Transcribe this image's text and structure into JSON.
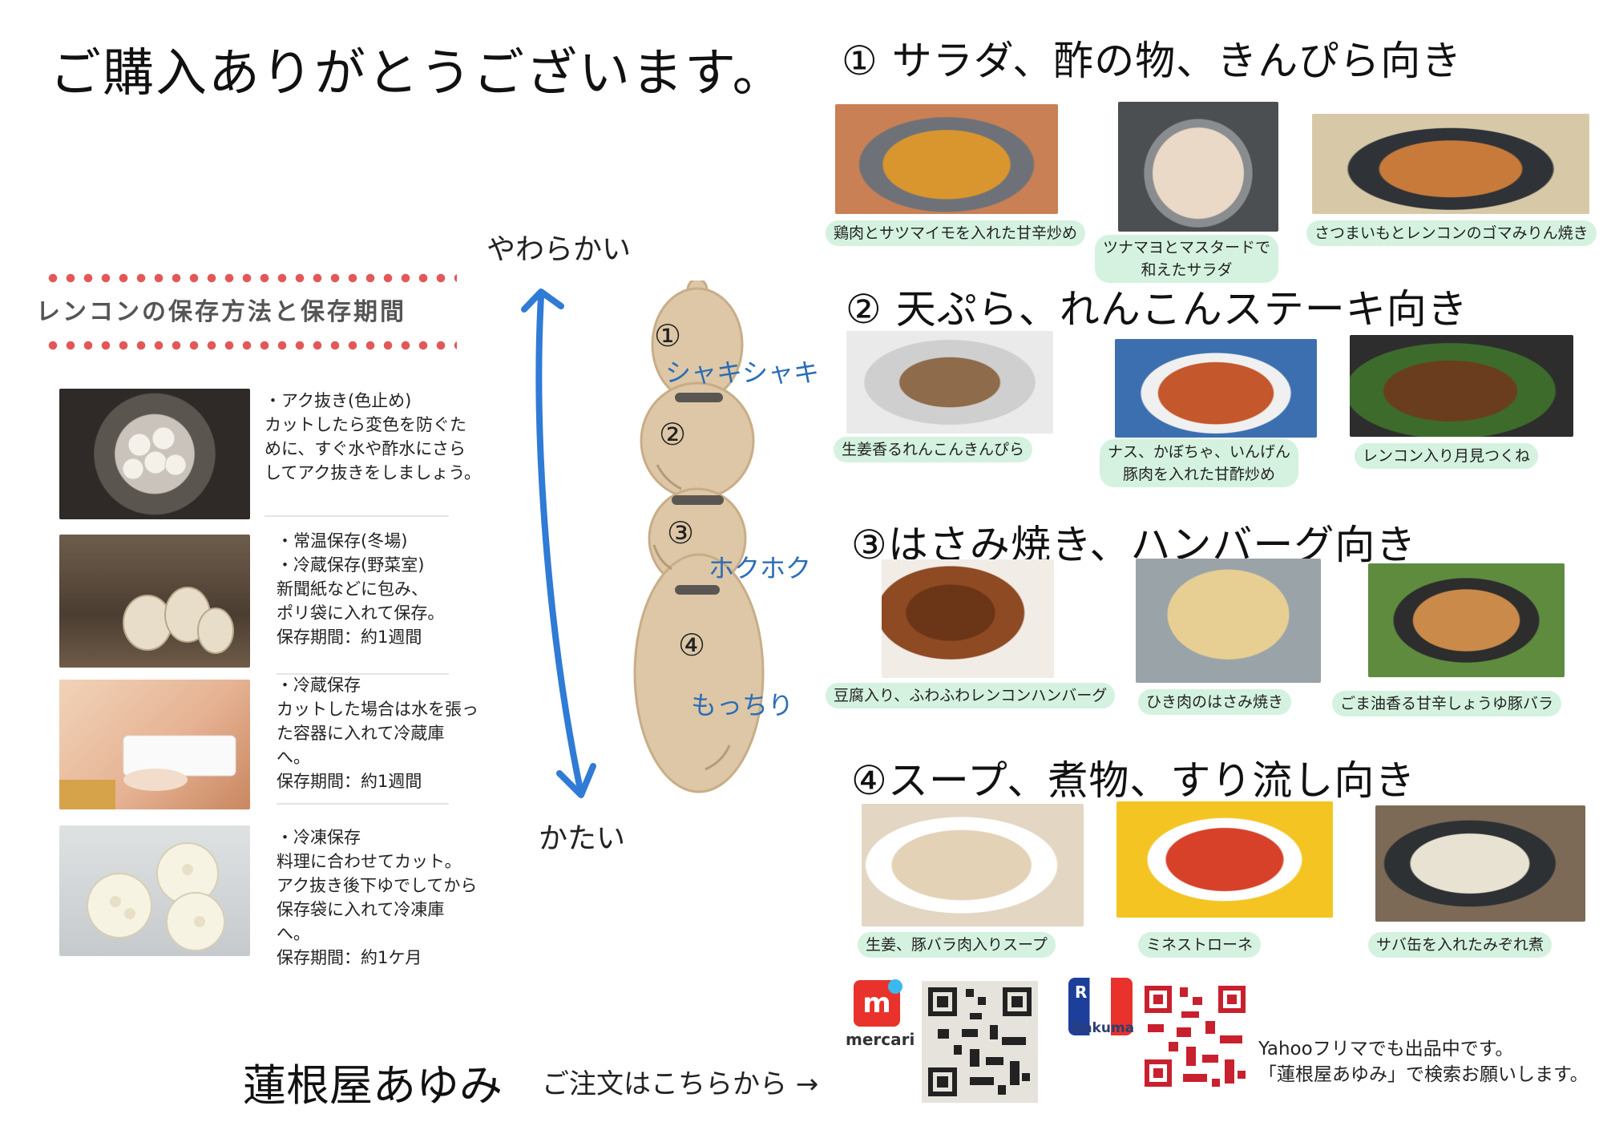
{
  "header": {
    "title": "ご購入ありがとうございます。"
  },
  "storage": {
    "heading": "レンコンの保存方法と保存期間",
    "items": [
      {
        "text": "・アク抜き(色止め)\nカットしたら変色を防ぐた\nめに、すぐ水や酢水にさら\nしてアク抜きをしましょう。"
      },
      {
        "text": "・常温保存(冬場)\n・冷蔵保存(野菜室)\n新聞紙などに包み、\nポリ袋に入れて保存。\n保存期間：約1週間"
      },
      {
        "text": "・冷蔵保存\nカットした場合は水を張っ\nた容器に入れて冷蔵庫\nへ。\n保存期間：約1週間"
      },
      {
        "text": "・冷凍保存\n料理に合わせてカット。\nアク抜き後下ゆでしてから\n保存袋に入れて冷凍庫\nへ。\n保存期間：約1ケ月"
      }
    ]
  },
  "texture": {
    "soft": "やわらかい",
    "hard": "かたい",
    "segments": [
      {
        "num": "①",
        "label": "シャキシャキ"
      },
      {
        "num": "②",
        "label": ""
      },
      {
        "num": "③",
        "label": "ホクホク"
      },
      {
        "num": "④",
        "label": "もっちり"
      }
    ]
  },
  "sections": [
    {
      "title": "① サラダ、酢の物、きんぴら向き",
      "dishes": [
        "鶏肉とサツマイモを入れた甘辛炒め",
        "ツナマヨとマスタードで\n和えたサラダ",
        "さつまいもとレンコンのゴマみりん焼き"
      ]
    },
    {
      "title": "② 天ぷら、れんこんステーキ向き",
      "dishes": [
        "生姜香るれんこんきんぴら",
        "ナス、かぼちゃ、いんげん\n豚肉を入れた甘酢炒め",
        "レンコン入り月見つくね"
      ]
    },
    {
      "title": "③はさみ焼き、ハンバーグ向き",
      "dishes": [
        "豆腐入り、ふわふわレンコンハンバーグ",
        "ひき肉のはさみ焼き",
        "ごま油香る甘辛しょうゆ豚バラ"
      ]
    },
    {
      "title": "④スープ、煮物、すり流し向き",
      "dishes": [
        "生姜、豚バラ肉入りスープ",
        "ミネストローネ",
        "サバ缶を入れたみぞれ煮"
      ]
    }
  ],
  "footer": {
    "shop_name": "蓮根屋あゆみ",
    "order_text": "ご注文はこちらから →",
    "mercari": "mercari",
    "mercari_mark": "m",
    "rakuma": "Rakuma",
    "rakuma_mark": "R",
    "note": "Yahooフリマでも出品中です。\n「蓮根屋あゆみ」で検索お願いします。"
  },
  "colors": {
    "accent_dots": "#e25858",
    "arrow": "#2f7bd6",
    "texture_label": "#2a6db6",
    "caption_bg": "#b0e8c4",
    "root": "#ddc7a6"
  }
}
